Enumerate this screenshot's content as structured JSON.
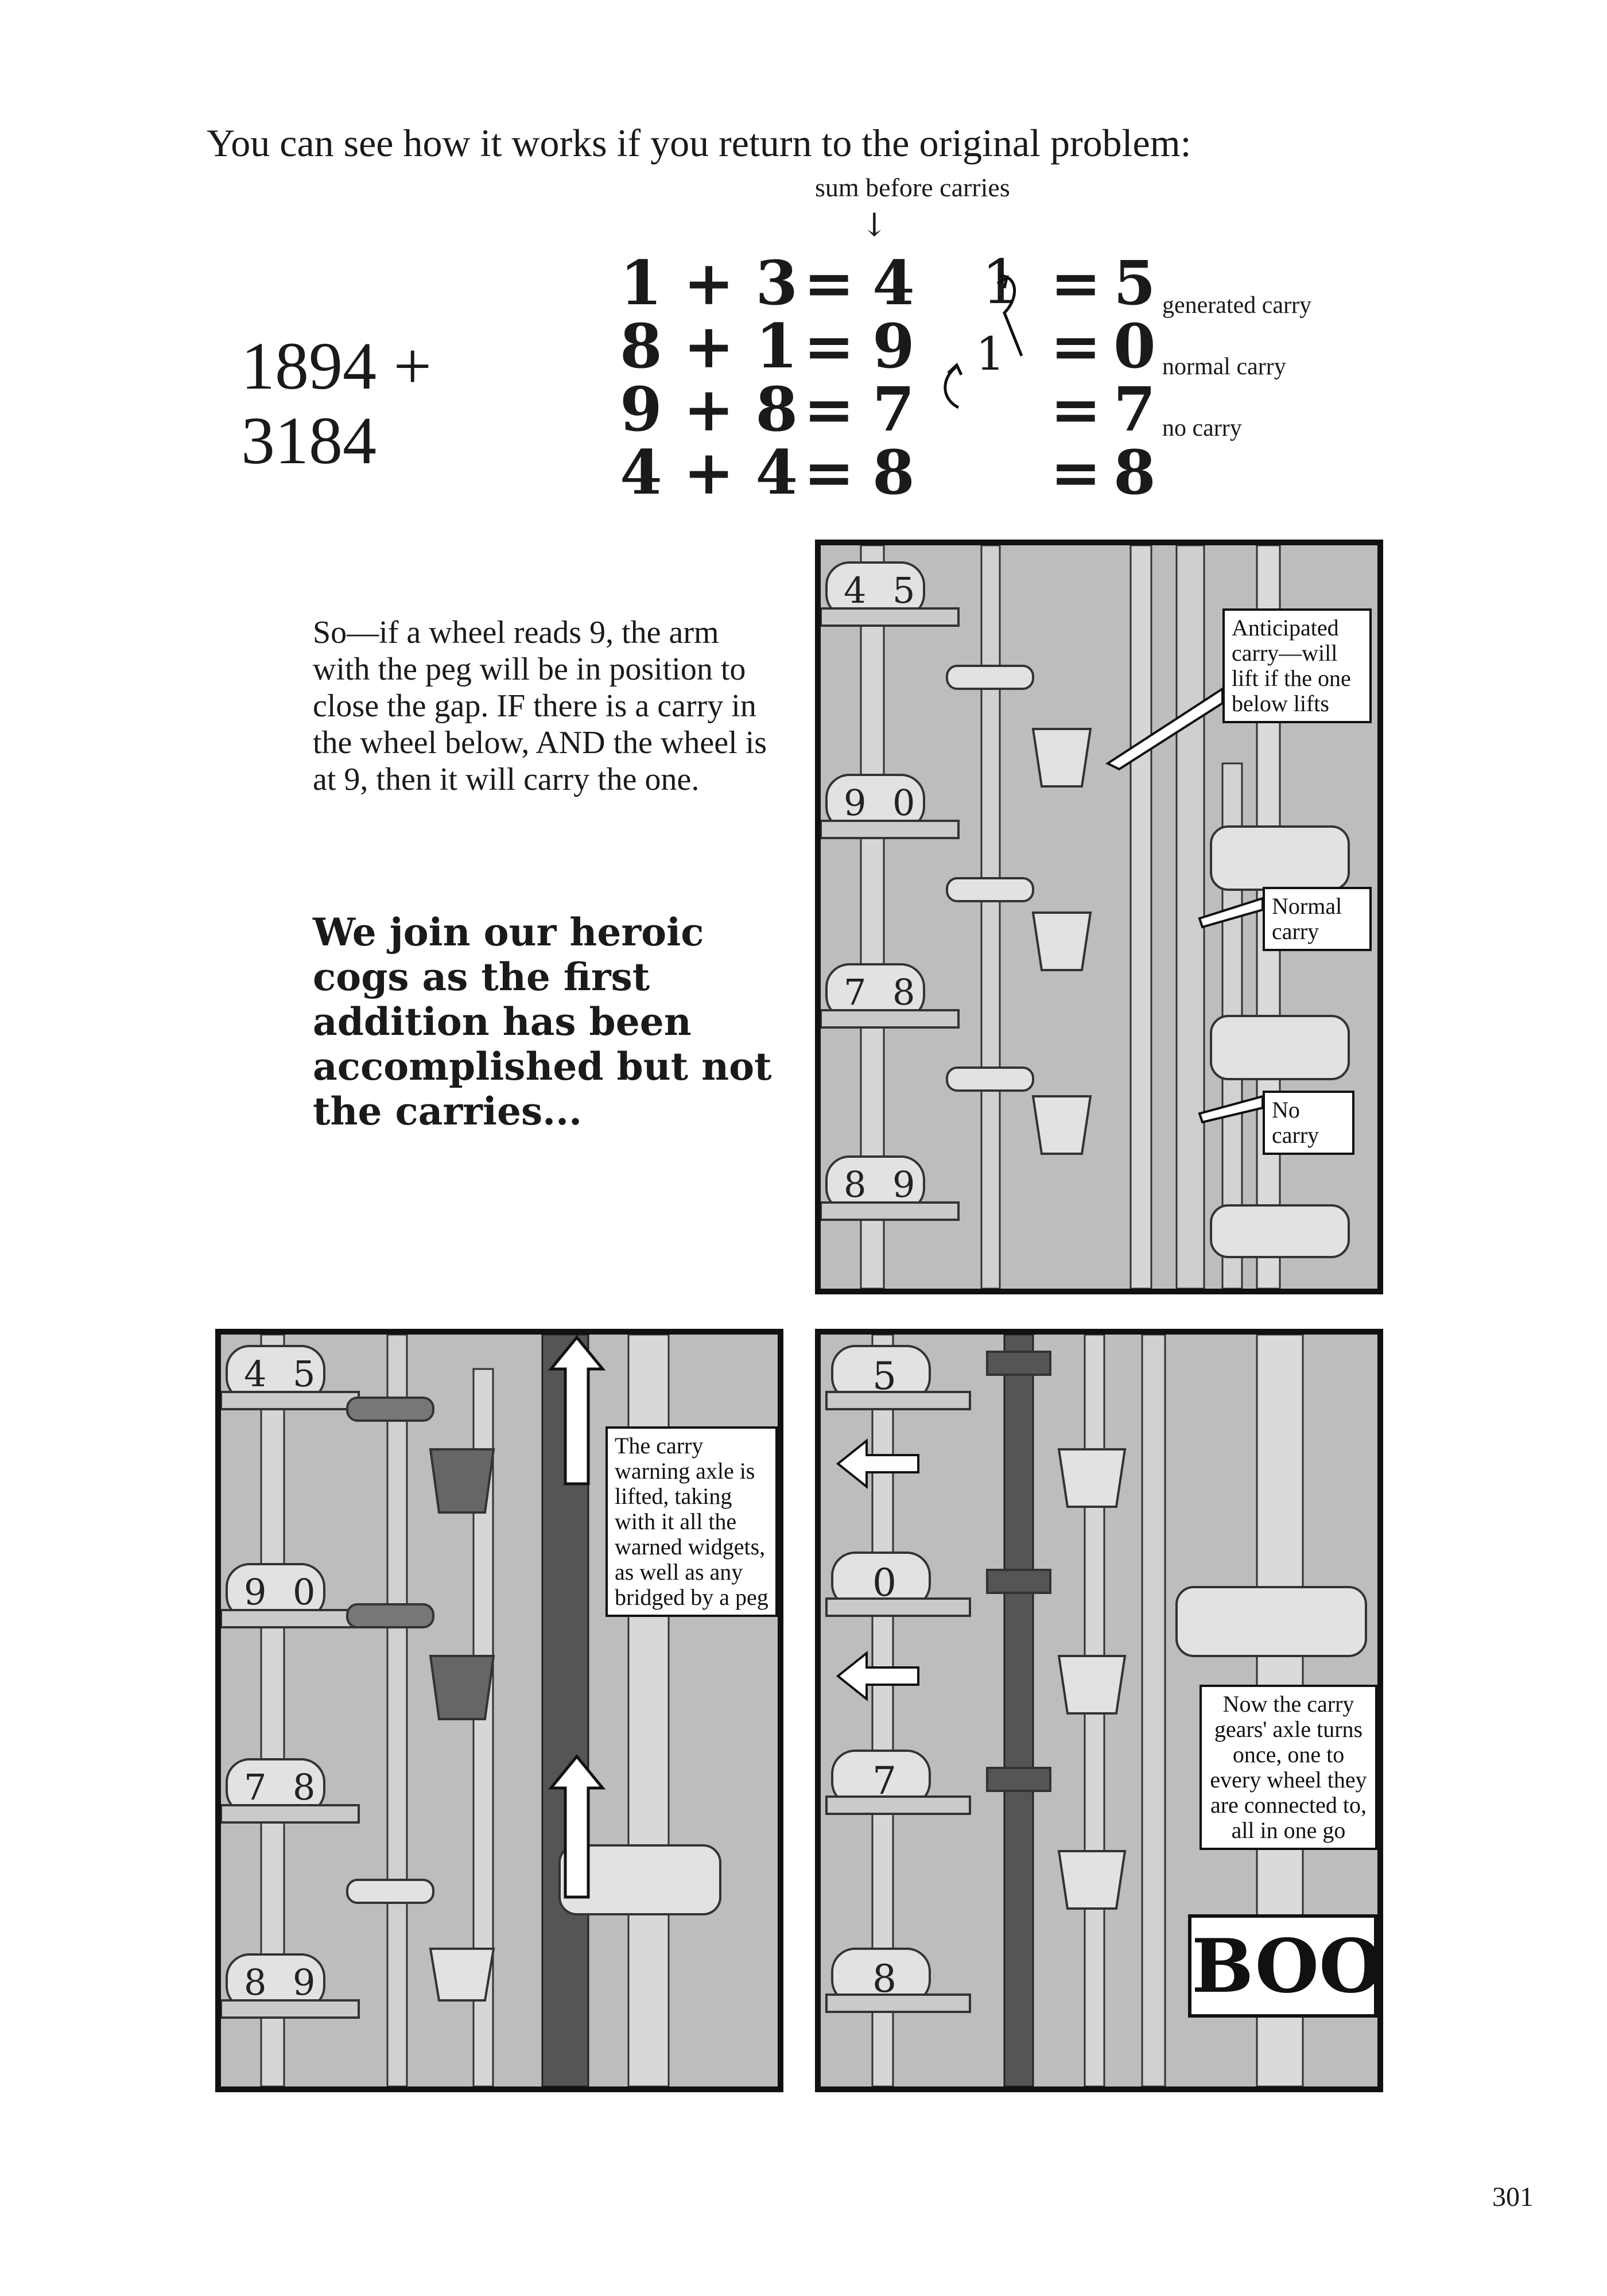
{
  "intro": "You can see how it works if you return to the original problem:",
  "sum_label": "sum before carries",
  "operands": [
    "1894 +",
    "3184"
  ],
  "equations": [
    {
      "lhs": "1 + 3",
      "eq": "=",
      "sum": "4",
      "carry": "1",
      "result_eq": "=",
      "result": "5",
      "note": "generated carry"
    },
    {
      "lhs": "8 + 1",
      "eq": "=",
      "sum": "9",
      "carry": "1",
      "result_eq": "=",
      "result": "0",
      "note": "normal carry"
    },
    {
      "lhs": "9 + 8",
      "eq": "=",
      "sum": "7",
      "carry": "",
      "result_eq": "=",
      "result": "7",
      "note": "no carry"
    },
    {
      "lhs": "4 + 4",
      "eq": "=",
      "sum": "8",
      "carry": "",
      "result_eq": "=",
      "result": "8",
      "note": ""
    }
  ],
  "body_text": "So—if a wheel reads 9, the arm with the peg will be in position to close the gap. IF there is a carry in the wheel below, AND the wheel is at 9, then it will carry the one.",
  "heading_text": "We join our heroic cogs as the first addition has been accomplished but not the carries...",
  "panel1": {
    "wheel_digits": [
      "4",
      "5",
      "9",
      "0",
      "7",
      "8",
      "8",
      "9"
    ],
    "captions": {
      "anticipated": "Anticipated carry—will lift if the one below lifts",
      "normal": "Normal carry",
      "none": "No carry"
    }
  },
  "panel2": {
    "wheel_digits": [
      "4",
      "5",
      "9",
      "0",
      "7",
      "8",
      "8",
      "9"
    ],
    "caption": "The carry warning axle is lifted, taking with it all the warned widgets, as well as any bridged by a peg"
  },
  "panel3": {
    "wheel_digits": [
      "5",
      "0",
      "7",
      "8"
    ],
    "caption": "Now the carry gears' axle turns once, one to every wheel they are connected to, all in one go",
    "sound_effect": "BOOM!"
  },
  "page_number": "301",
  "colors": {
    "panel_bg": "#bdbdbd",
    "dark_axle": "#555555",
    "ink": "#111111"
  }
}
